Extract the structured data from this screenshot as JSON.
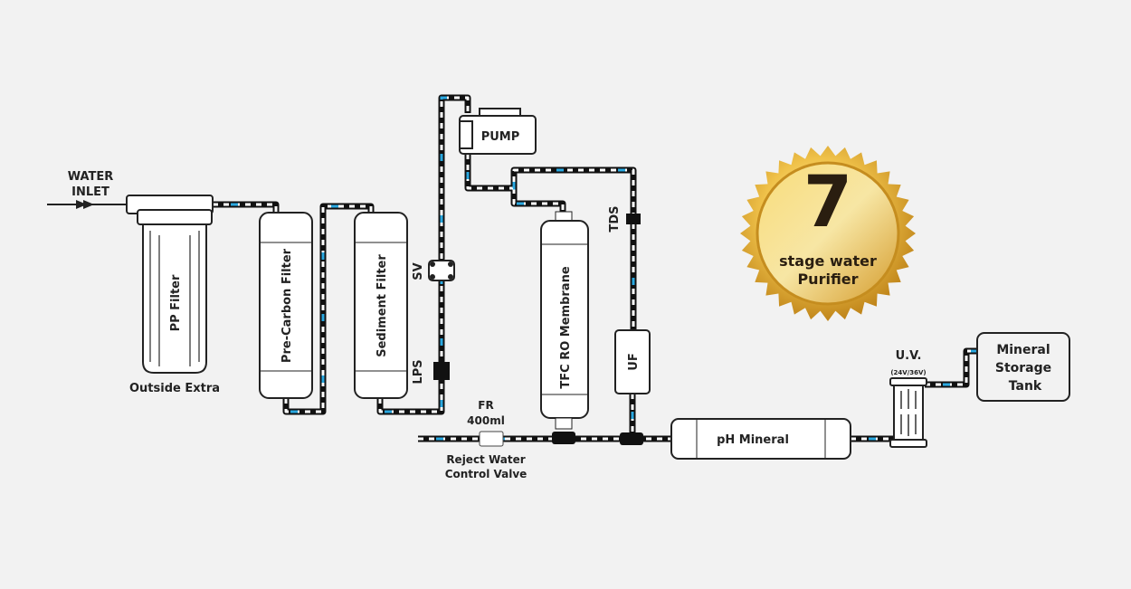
{
  "inlet": {
    "line1": "WATER",
    "line2": "INLET"
  },
  "pp_filter": {
    "label": "PP Filter",
    "caption": "Outside Extra"
  },
  "pre_carbon": {
    "label": "Pre-Carbon Filter"
  },
  "sediment": {
    "label": "Sediment Filter"
  },
  "sv": {
    "label": "SV"
  },
  "lps": {
    "label": "LPS"
  },
  "pump": {
    "label": "PUMP"
  },
  "tds": {
    "label": "TDS"
  },
  "membrane": {
    "label": "TFC RO Membrane"
  },
  "uf": {
    "label": "UF"
  },
  "fr": {
    "line1": "FR",
    "line2": "400ml",
    "caption1": "Reject Water",
    "caption2": "Control Valve"
  },
  "ph": {
    "label": "pH Mineral"
  },
  "uv": {
    "label": "U.V.",
    "sub": "(24V/36V)"
  },
  "tank": {
    "line1": "Mineral",
    "line2": "Storage",
    "line3": "Tank"
  },
  "badge": {
    "number": "7",
    "line1": "stage water",
    "line2": "Purifier"
  },
  "colors": {
    "water": "#29a8e0",
    "gold": "#e0a72a"
  }
}
